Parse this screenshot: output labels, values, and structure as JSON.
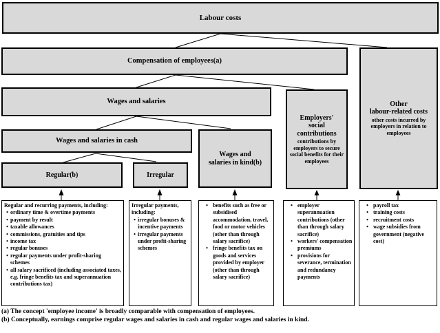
{
  "colors": {
    "box_fill": "#d9d9d9",
    "panel_fill": "#ffffff",
    "line": "#000000",
    "background": "#ffffff"
  },
  "diagram": {
    "boxes": {
      "labour": {
        "label": "Labour costs"
      },
      "compensation": {
        "label": "Compensation of employees(a)"
      },
      "wages": {
        "label": "Wages and salaries"
      },
      "cash": {
        "label": "Wages and salaries in cash"
      },
      "kind": {
        "title_lines": [
          "Wages and",
          "salaries in kind(b)"
        ]
      },
      "regular": {
        "label": "Regular(b)"
      },
      "irregular": {
        "label": "Irregular"
      },
      "employers": {
        "title_lines": [
          "Employers'",
          "social",
          "contributions"
        ],
        "subtitle": "contributions by employers to secure social benefits for their employees"
      },
      "other": {
        "title_lines": [
          "Other",
          "labour-related costs"
        ],
        "subtitle": "other costs incurred by employers in relation to employees"
      }
    },
    "details": {
      "regular": {
        "header": "Regular and recurring payments, including:",
        "items": [
          "ordinary time & overtime payments",
          "payment by result",
          "taxable allowances",
          "commissions, gratuities and tips",
          "income tax",
          "regular bonuses",
          "regular payments under profit-sharing schemes",
          "all salary sacrificed (including associated taxes, e.g. fringe benefits tax and superannuation contributions tax)"
        ]
      },
      "irregular": {
        "header": "Irregular payments, including:",
        "items": [
          "irregular bonuses & incentive payments",
          "irregular payments under profit-sharing schemes"
        ]
      },
      "kind": {
        "items": [
          "benefits such as free or subsidised accommodation, travel, food or motor vehicles (other than through salary sacrifice)",
          "fringe benefits tax on goods and services provided by employer (other than through salary sacrifice)"
        ]
      },
      "employers": {
        "items": [
          "employer superannuation contributions (other than through salary sacrifice)",
          "workers' compensation premiums",
          "provisions for severance, termination and redundancy payments"
        ]
      },
      "other": {
        "items": [
          "payroll tax",
          "training costs",
          "recruitment costs",
          "wage subsidies from government (negative cost)"
        ]
      }
    },
    "footnotes": [
      "(a) The concept 'employee income' is broadly comparable with compensation of employees.",
      "(b) Conceptually, earnings comprise regular wages and salaries in cash and regular wages and salaries in kind."
    ]
  }
}
